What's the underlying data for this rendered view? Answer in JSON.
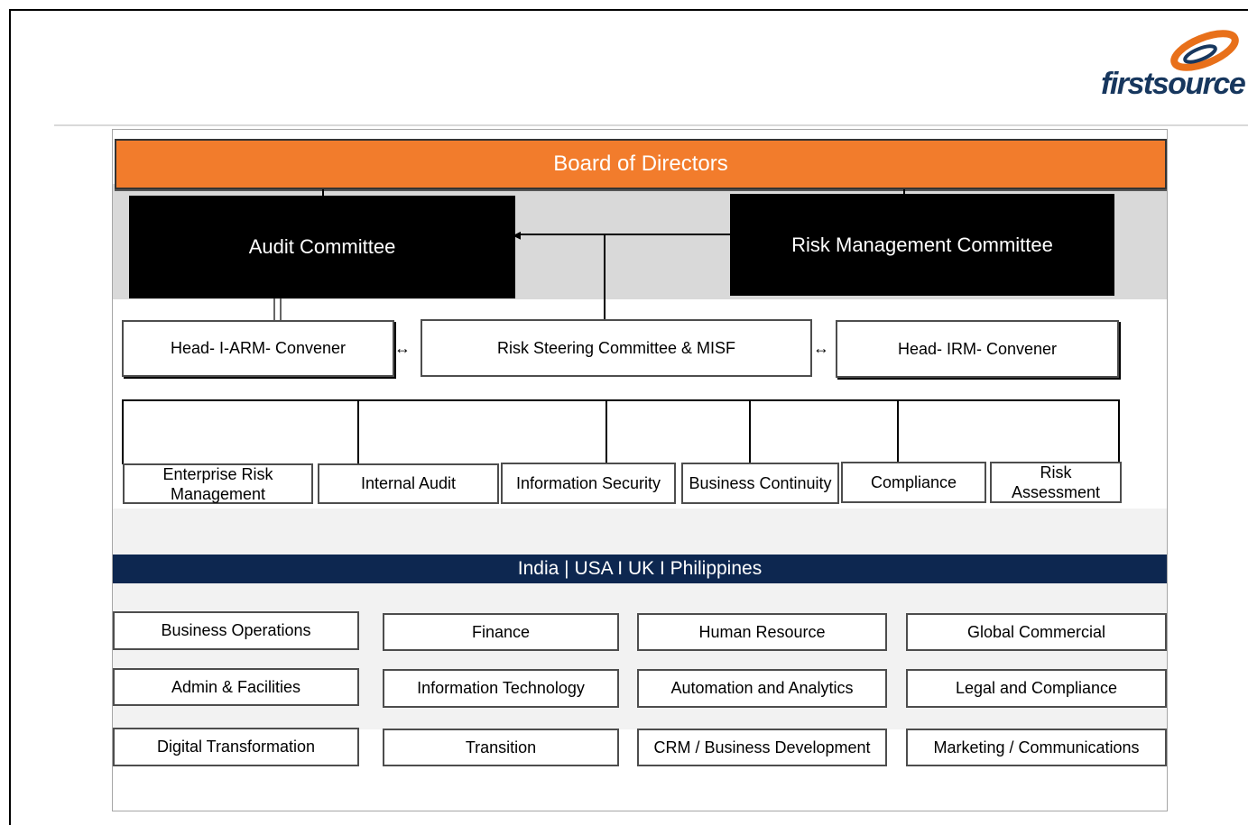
{
  "brand": {
    "logo_text": "firstsource",
    "logo_primary": "#17375e",
    "logo_accent": "#e8701a"
  },
  "board": {
    "label": "Board of Directors",
    "color": "#f27c2c"
  },
  "committees": {
    "audit": "Audit Committee",
    "risk": "Risk Management Committee"
  },
  "conveners": {
    "head_iarm": "Head- I-ARM- Convener",
    "steering": "Risk Steering Committee & MISF",
    "head_irm": "Head- IRM- Convener"
  },
  "functions": [
    "Enterprise  Risk Management",
    "Internal  Audit",
    "Information Security",
    "Business  Continuity",
    "Compliance",
    "Risk Assessment"
  ],
  "regions": {
    "label": "India | USA  I  UK  I  Philippines",
    "color": "#0d2750"
  },
  "departments": [
    "Business  Operations",
    "Finance",
    "Human Resource",
    "Global Commercial",
    "Admin  & Facilities",
    "Information Technology",
    "Automation and Analytics",
    "Legal and Compliance",
    "Digital  Transformation",
    "Transition",
    "CRM / Business  Development",
    "Marketing  / Communications"
  ]
}
